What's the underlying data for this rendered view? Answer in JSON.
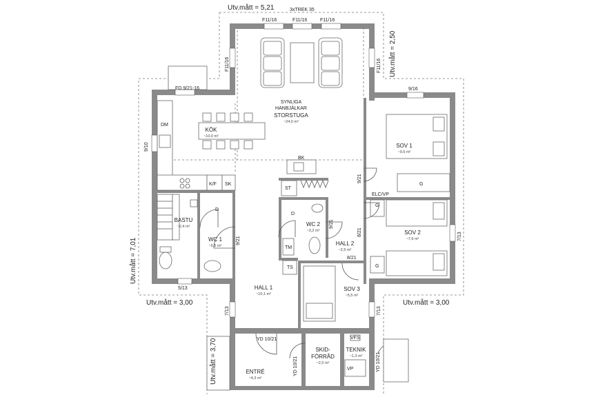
{
  "dimensions": {
    "top": "Utv.mått = 5,21",
    "top_right_rotated": "Utv.mått = 2,50",
    "left_rotated": "Utv.mått = 7,01",
    "left_bottom": "Utv.mått = 3,00",
    "right_bottom": "Utv.mått = 3,00",
    "bottom_left_rotated": "Utv.mått = 3,70"
  },
  "notes": {
    "trek": "3xTREK 35",
    "beams_line1": "SYNLIGA",
    "beams_line2": "HANBJÄLKAR"
  },
  "rooms": {
    "storstuga": {
      "name": "STORSTUGA",
      "area": "~24,0 m²"
    },
    "kok": {
      "name": "KÖK",
      "area": "~10,0 m²"
    },
    "sov1": {
      "name": "SOV 1",
      "area": "~9,5 m²"
    },
    "sov2": {
      "name": "SOV 2",
      "area": "~7,9 m²"
    },
    "sov3": {
      "name": "SOV 3",
      "area": "~5,5 m²"
    },
    "bastu": {
      "name": "BASTU",
      "area": "~2,4 m²"
    },
    "wc1": {
      "name": "WC 1",
      "area": "~5,5 m²"
    },
    "wc2": {
      "name": "WC 2",
      "area": "~3,2 m²"
    },
    "hall1": {
      "name": "HALL 1",
      "area": "~10,1 m²"
    },
    "hall2": {
      "name": "HALL 2",
      "area": "~2,5 m²"
    },
    "entre": {
      "name": "ENTRÉ",
      "area": "~4,3 m²"
    },
    "skidforrad": {
      "name_line1": "SKID-",
      "name_line2": "FÖRRÅD",
      "area": "~2,0 m²"
    },
    "teknik": {
      "name": "TEKNIK",
      "area": "~1,3 m²"
    }
  },
  "labels": {
    "dm": "DM",
    "kf": "K/F",
    "sk": "SK",
    "bk": "BK",
    "st": "ST",
    "ts": "TS",
    "tm": "TM",
    "vp": "VP",
    "vfs": "VFS",
    "elc": "ELC/VP",
    "d_bastu": "D",
    "d_wc2": "D",
    "g_sov1": "G",
    "g_sov2a": "G",
    "g_sov2b": "G"
  },
  "windows": {
    "f1": "F11/16",
    "f2": "F11/16",
    "f3": "F11/16",
    "left_side": "F11/16",
    "right_side": "F11/16",
    "fd": "FD 9/21-16",
    "w910": "9/10",
    "w916": "9/16",
    "w713a": "7/13",
    "w713b": "7/13",
    "w713c": "7/13",
    "w513": "5/13"
  },
  "doors": {
    "d921_wc1": "9/21",
    "d921_wc2": "9/21",
    "d921_sov1": "9/21",
    "d821_sov2": "8/21",
    "d821_sov3": "8/21",
    "yd_entre": "YD 10/21",
    "yd_skid": "YD 10/21",
    "yd_teknik": "YD 10/21"
  }
}
